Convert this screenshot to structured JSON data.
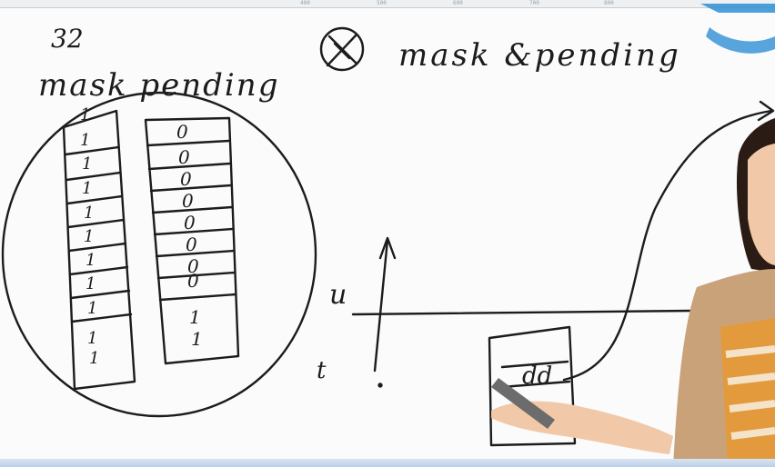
{
  "scene": {
    "kind": "whiteboard lecture",
    "ruler_ticks": [
      "400",
      "500",
      "600",
      "700",
      "800"
    ],
    "handwriting": {
      "number": "32",
      "left_title": "mask pending",
      "mask_column": [
        "1",
        "1",
        "1",
        "1",
        "1",
        "1",
        "1",
        "1",
        "1",
        "1",
        "1"
      ],
      "pending_column": [
        "0",
        "0",
        "0",
        "0",
        "0",
        "0",
        "0",
        "0",
        "1",
        "1"
      ],
      "top_title": "mask &pending",
      "axis_label": "u",
      "axis_label_lower": "t",
      "box_label": "dd"
    },
    "colors": {
      "ink": "#1c1c1c",
      "board": "#fbfbfb",
      "logo": "#2f8fd6",
      "jacket": "#c9a27a",
      "shirt_orange": "#e39a3c",
      "skin": "#f1c9a8",
      "hair": "#2a1b14"
    }
  }
}
